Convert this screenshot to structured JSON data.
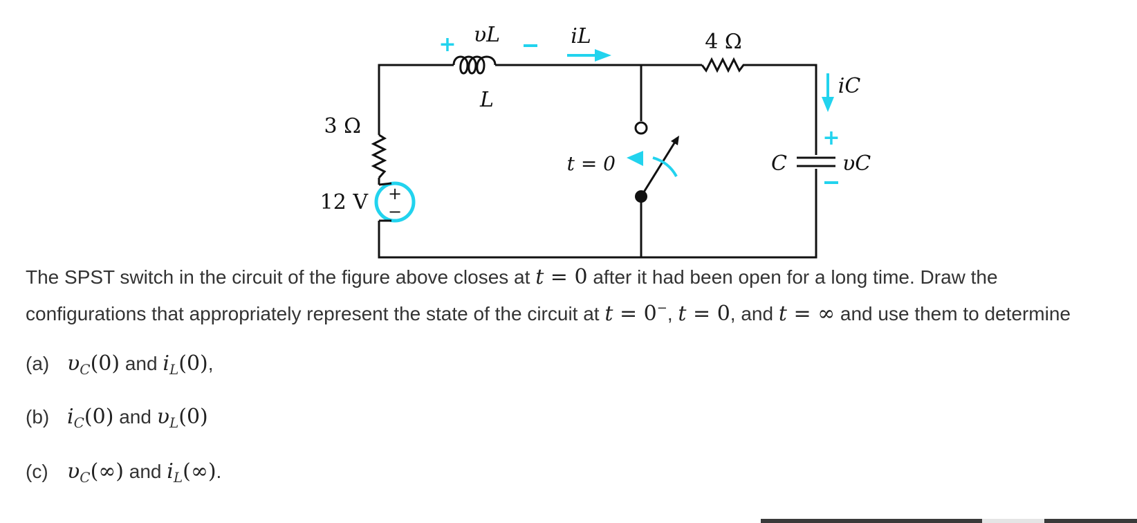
{
  "figure": {
    "vL_label": "υL",
    "iL_label": "iL",
    "L_label": "L",
    "r4_label": "4 Ω",
    "iC_label": "iC",
    "r3_label": "3 Ω",
    "switch_label": "t = 0",
    "C_label": "C",
    "vC_label": "υC",
    "source_label": "12 V",
    "plus": "+",
    "minus": "−",
    "accent_color": "#22d3ee"
  },
  "problem": {
    "t1": "The SPST switch in the circuit of the figure above closes at ",
    "t2": " after it had been open for a long time. Draw the configurations that appropriately represent the state of the circuit at ",
    "t3": ", ",
    "t4": ", and ",
    "t5": " and use them to determine",
    "eq_t": "t",
    "eq_sign": " = ",
    "zero": "0",
    "minus_sup": "−",
    "infinity": "∞"
  },
  "parts": [
    {
      "label": "(a)",
      "q1_var": "υ",
      "q1_sub": "C",
      "q1_arg": "(0)",
      "and": " and ",
      "q2_var": "i",
      "q2_sub": "L",
      "q2_arg": "(0)",
      "end": ","
    },
    {
      "label": "(b)",
      "q1_var": "i",
      "q1_sub": "C",
      "q1_arg": "(0)",
      "and": " and ",
      "q2_var": "υ",
      "q2_sub": "L",
      "q2_arg": "(0)",
      "end": ""
    },
    {
      "label": "(c)",
      "q1_var": "υ",
      "q1_sub": "C",
      "q1_arg": "(∞)",
      "and": " and ",
      "q2_var": "i",
      "q2_sub": "L",
      "q2_arg": "(∞)",
      "end": "."
    }
  ]
}
